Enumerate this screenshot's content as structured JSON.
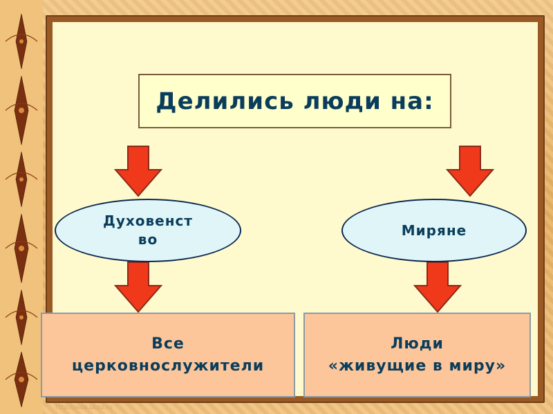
{
  "slide": {
    "title": "Делились люди на:"
  },
  "groups": [
    {
      "name": "Духовенст\nво",
      "description_line1": "Все",
      "description_line2": "церковнослужители"
    },
    {
      "name": "Миряне",
      "description_line1": "Люди",
      "description_line2": "«живущие в миру»"
    }
  ],
  "watermark": "http://aida.ucoz.ru",
  "colors": {
    "title_text": "#0a3d5c",
    "title_fill": "#ffffcc",
    "ellipse_fill": "#dff5f8",
    "box_fill": "#fcc69a",
    "arrow_fill": "#f0381a",
    "frame_wood": "#9a5a26"
  }
}
